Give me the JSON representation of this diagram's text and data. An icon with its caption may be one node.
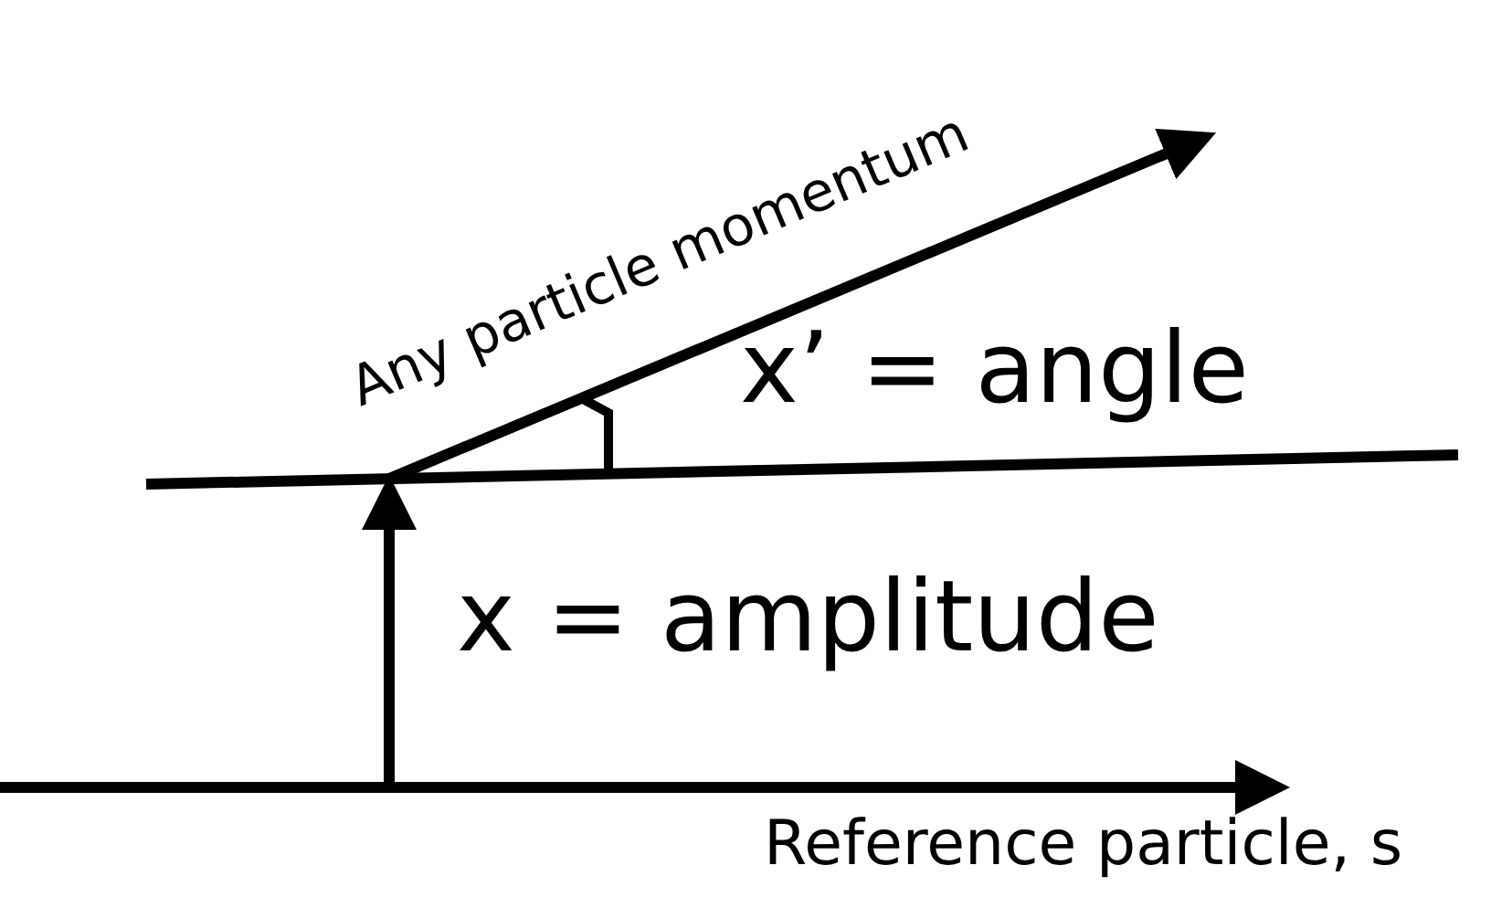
{
  "diagram": {
    "labels": [
      "Any particle momentum",
      "x’ = angle",
      "x = amplitude",
      "Reference particle, s"
    ]
  }
}
